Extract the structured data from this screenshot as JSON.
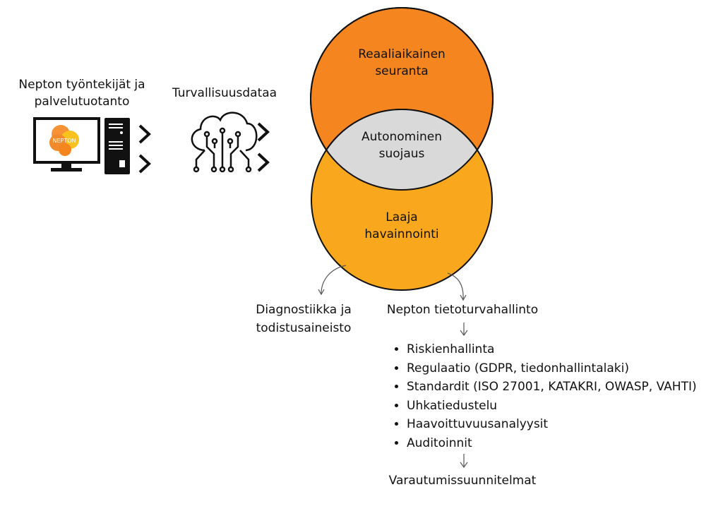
{
  "source": {
    "label_line1": "Nepton työntekijät ja",
    "label_line2": "palvelutuotanto",
    "logo_text": "NEPTON",
    "icon": "computer-icon"
  },
  "data": {
    "label": "Turvallisuusdataa",
    "icon": "cloud-network-icon"
  },
  "venn": {
    "top": {
      "line1": "Reaaliaikainen",
      "line2": "seuranta",
      "color": "#F5861F"
    },
    "overlap": {
      "line1": "Autonominen",
      "line2": "suojaus",
      "color": "#D9D9D9"
    },
    "bottom": {
      "line1": "Laaja",
      "line2": "havainnointi",
      "color": "#F9A81E"
    }
  },
  "left_branch": {
    "line1": "Diagnostiikka ja",
    "line2": "todistusaineisto"
  },
  "right_branch": {
    "title": "Nepton tietoturvahallinto",
    "items": [
      "Riskienhallinta",
      "Regulaatio (GDPR, tiedonhallintalaki)",
      "Standardit (ISO 27001, KATAKRI, OWASP, VAHTI)",
      "Uhkatiedustelu",
      "Haavoittuvuusanalyysit",
      "Auditoinnit"
    ],
    "result": "Varautumissuunnitelmat"
  }
}
